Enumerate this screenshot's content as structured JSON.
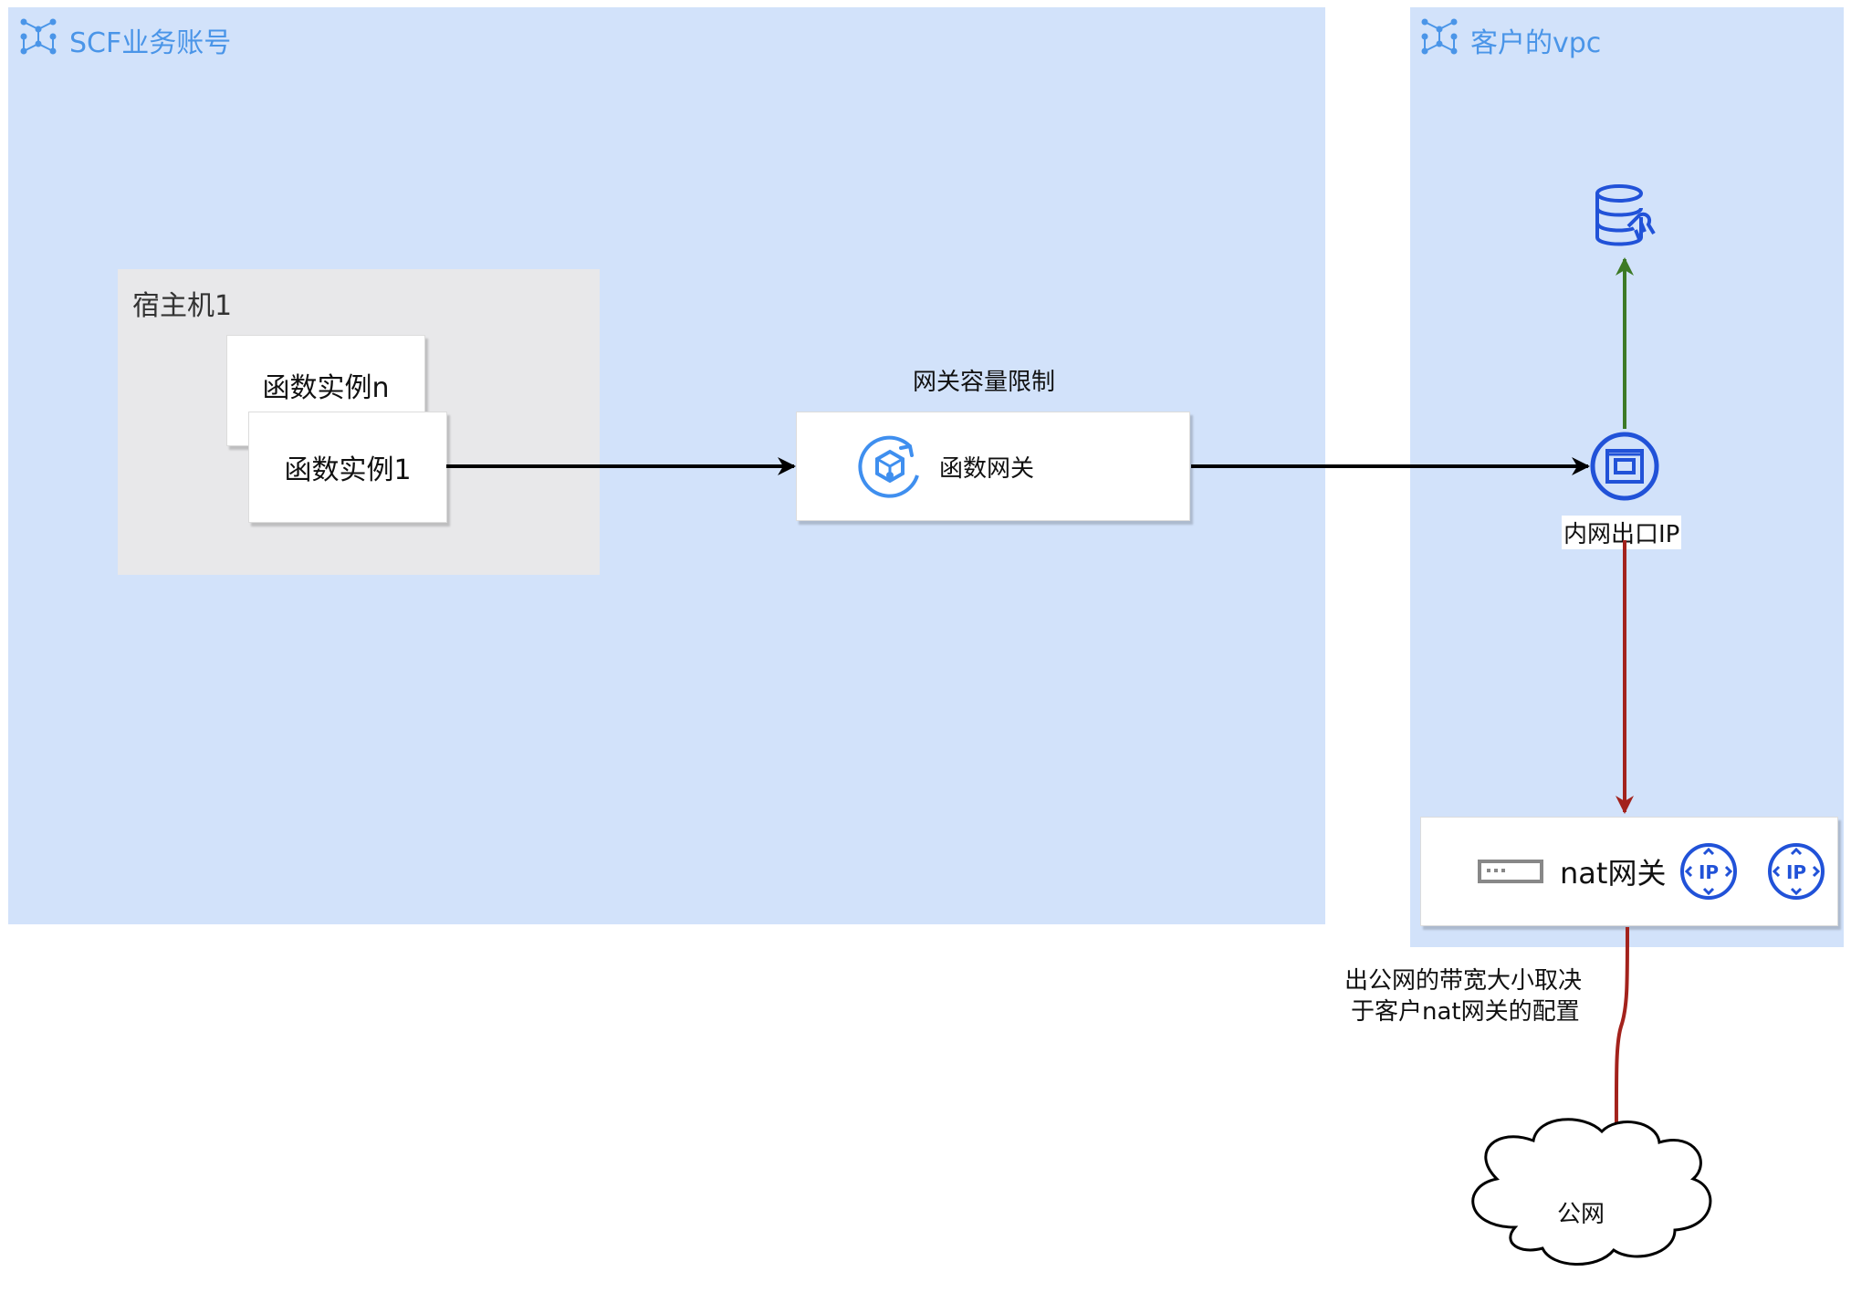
{
  "zones": {
    "scf": {
      "title": "SCF业务账号"
    },
    "vpc": {
      "title": "客户的vpc"
    }
  },
  "host": {
    "title": "宿主机1",
    "instance_n": "函数实例n",
    "instance_1": "函数实例1"
  },
  "gateway": {
    "limit_label": "网关容量限制",
    "name": "函数网关"
  },
  "egress": {
    "label": "内网出口IP"
  },
  "nat": {
    "name": "nat网关"
  },
  "bandwidth_note": {
    "line1": "出公网的带宽大小取决",
    "line2": "于客户nat网关的配置"
  },
  "internet": {
    "label": "公网"
  },
  "colors": {
    "zone_bg": "#d2e2fa",
    "zone_title": "#4a95e8",
    "host_bg": "#e8e8ea",
    "icon_blue": "#2152d8",
    "gateway_icon": "#3f8fef",
    "arrow_black": "#000000",
    "arrow_green": "#3d7a26",
    "arrow_red": "#a3221c"
  }
}
